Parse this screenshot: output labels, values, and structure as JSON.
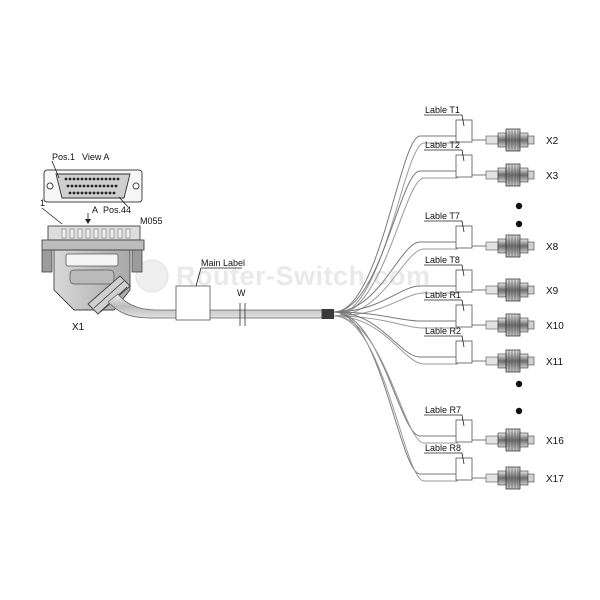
{
  "connector": {
    "view_pos1": "Pos.1",
    "view_title": "View A",
    "view_pos44": "Pos.44",
    "pin_one": "1",
    "arrow_label": "A",
    "part_no": "M055",
    "designator": "X1"
  },
  "cable": {
    "main_label": "Main Label",
    "wire_label": "W"
  },
  "watermark": "Router-Switch.com",
  "branches": [
    {
      "label": "Lable T1",
      "connector": "X2"
    },
    {
      "label": "Lable T2",
      "connector": "X3"
    },
    {
      "label": "Lable T7",
      "connector": "X8"
    },
    {
      "label": "Lable T8",
      "connector": "X9"
    },
    {
      "label": "Lable R1",
      "connector": "X10"
    },
    {
      "label": "Lable R2",
      "connector": "X11"
    },
    {
      "label": "Lable R7",
      "connector": "X16"
    },
    {
      "label": "Lable R8",
      "connector": "X17"
    }
  ]
}
